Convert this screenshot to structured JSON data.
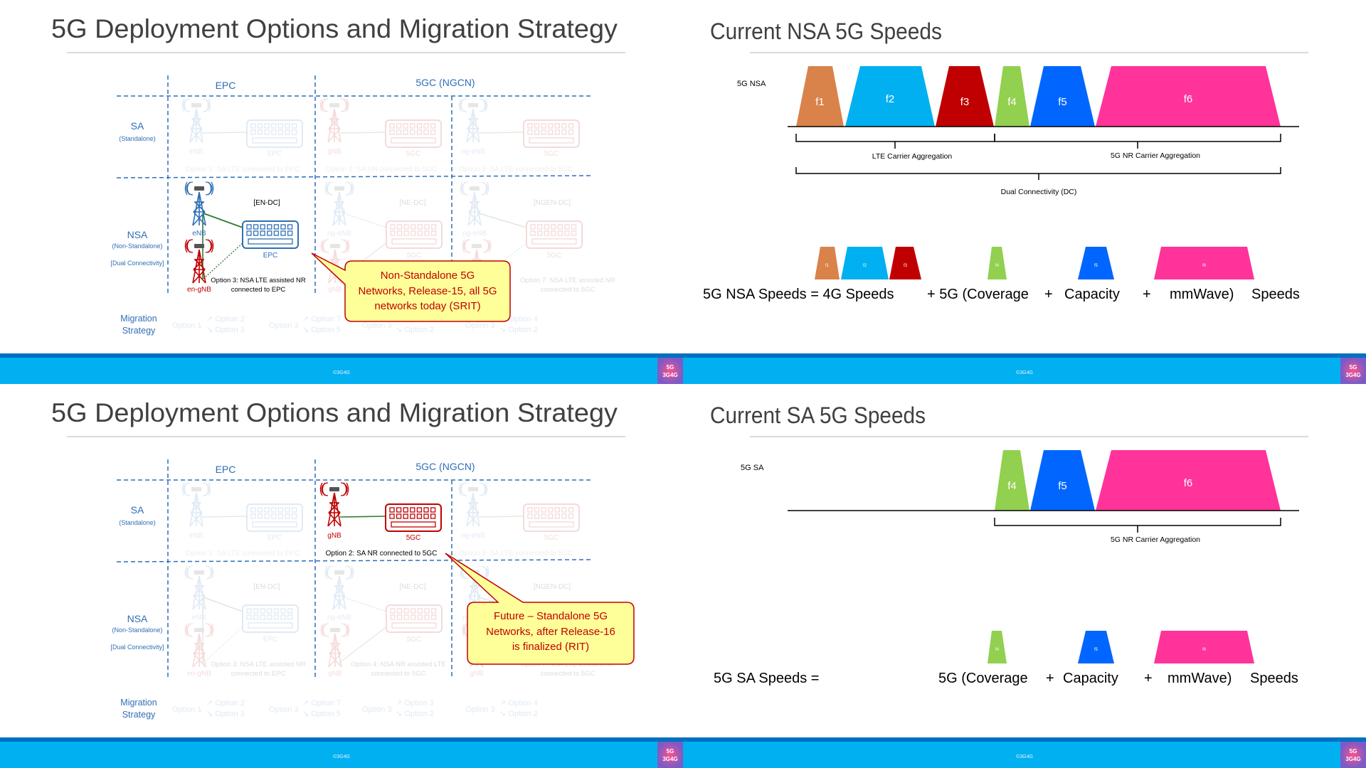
{
  "diagram_slide": {
    "title": "5G Deployment Options and Migration Strategy",
    "footer": "©3G4G",
    "logo": {
      "line1": "5G",
      "line2": "3G4G"
    }
  },
  "diagram": {
    "headers": {
      "epc": "EPC",
      "fgc": "5GC (NGCN)"
    },
    "rows": {
      "sa": "SA",
      "sa_sub": "(Standalone)",
      "nsa": "NSA",
      "nsa_sub": "(Non-Standalone)",
      "nsa_sub2": "[Dual Connectivity]",
      "migration": [
        "Migration",
        "Strategy"
      ]
    },
    "sa_cells": [
      {
        "ran": "eNB",
        "core": "EPC",
        "caption": "Option 1: SA LTE connected to EPC"
      },
      {
        "ran": "gNB",
        "core": "5GC",
        "caption": "Option 2: SA NR connected to 5GC"
      },
      {
        "ran": "ng-eNB",
        "core": "5GC",
        "caption": "Option 5: SA LTE connected to 5GC"
      }
    ],
    "nsa_cells": [
      {
        "dc": "[EN-DC]",
        "ran1": "eNB",
        "ran2": "en-gNB",
        "core": "EPC",
        "caption": [
          "Option 3: NSA LTE assisted NR",
          "connected to EPC"
        ]
      },
      {
        "dc": "[NE-DC]",
        "ran1": "ng-eNB",
        "ran2": "gNB",
        "core": "5GC",
        "caption": [
          "Option 4: NSA NR assisted LTE",
          "connected to 5GC"
        ]
      },
      {
        "dc": "[NGEN-DC]",
        "ran1": "ng-eNB",
        "ran2": "gNB",
        "core": "5GC",
        "caption": [
          "Option 7: NSA LTE assisted NR",
          "connected to 5GC"
        ]
      }
    ],
    "migration": [
      {
        "from": "Option 1",
        "up": "↗ Option 2",
        "down": "↘ Option 3"
      },
      {
        "from": "Option 3",
        "up": "↗ Option 7",
        "down": "↘ Option 5"
      },
      {
        "from": "Option 3",
        "up": "↗ Option 3",
        "down": "↘ Option 2"
      },
      {
        "from": "Option 3",
        "up": "↗ Option 4",
        "down": "↘ Option 2"
      }
    ]
  },
  "callouts": {
    "nsa": [
      "Non-Standalone 5G",
      "Networks, Release-15, all 5G",
      "networks today (SRIT)"
    ],
    "sa": [
      "Future – Standalone 5G",
      "Networks, after Release-16",
      "is finalized (RIT)"
    ]
  },
  "nsa_speeds": {
    "title": "Current NSA 5G Speeds",
    "row_label": "5G NSA",
    "carriers": [
      {
        "label": "f1",
        "color": "#D9824A"
      },
      {
        "label": "f2",
        "color": "#00B0F0"
      },
      {
        "label": "f3",
        "color": "#C00000"
      },
      {
        "label": "f4",
        "color": "#92D050"
      },
      {
        "label": "f5",
        "color": "#0066FF"
      },
      {
        "label": "f6",
        "color": "#FF3399"
      }
    ],
    "braces": {
      "lte": "LTE Carrier Aggregation",
      "nr": "5G NR Carrier Aggregation",
      "dc": "Dual Connectivity (DC)"
    },
    "formula": [
      "5G NSA Speeds = 4G Speeds",
      "+ 5G (Coverage",
      "+",
      "Capacity",
      "+",
      "mmWave)",
      "Speeds"
    ]
  },
  "sa_speeds": {
    "title": "Current SA 5G Speeds",
    "row_label": "5G SA",
    "carriers": [
      {
        "label": "f4",
        "color": "#92D050"
      },
      {
        "label": "f5",
        "color": "#0066FF"
      },
      {
        "label": "f6",
        "color": "#FF3399"
      }
    ],
    "braces": {
      "nr": "5G NR Carrier Aggregation"
    },
    "formula": [
      "5G SA Speeds =",
      "5G (Coverage",
      "+",
      "Capacity",
      "+",
      "mmWave)",
      "Speeds"
    ]
  },
  "colors": {
    "footer_dark": "#0070C0",
    "footer": "#00B0F0",
    "diagram_blue": "#2F6FB5",
    "diagram_red": "#C00000",
    "link_green": "#2E7D32",
    "callout_fill": "#FFFF99",
    "callout_border": "#C00000"
  }
}
